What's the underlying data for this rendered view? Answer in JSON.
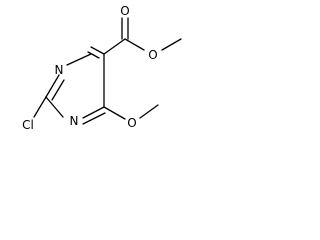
{
  "molecule": {
    "atoms": {
      "n_top": "N",
      "n_bottom": "N",
      "cl": "Cl",
      "o_carbonyl": "O",
      "o_ester": "O",
      "o_methoxy": "O"
    }
  }
}
